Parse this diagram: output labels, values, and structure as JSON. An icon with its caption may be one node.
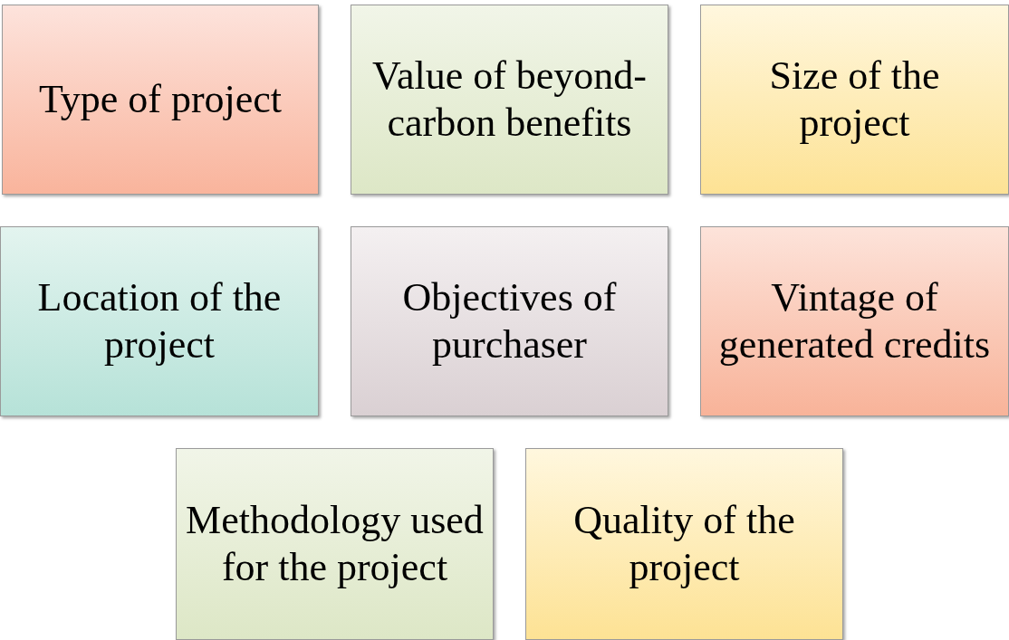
{
  "diagram": {
    "nodes": [
      {
        "text": [
          "Type of project"
        ]
      },
      {
        "text": [
          "Value of beyond-carbon benefits"
        ]
      },
      {
        "text": [
          "Size of the project"
        ]
      },
      {
        "text": [
          "Location of the project"
        ]
      },
      {
        "text": [
          "Objectives of purchaser"
        ]
      },
      {
        "text": [
          "Vintage of generated credits"
        ]
      },
      {
        "text": [
          "Methodology used for the project"
        ]
      },
      {
        "text": [
          "Quality of the project"
        ]
      }
    ]
  }
}
